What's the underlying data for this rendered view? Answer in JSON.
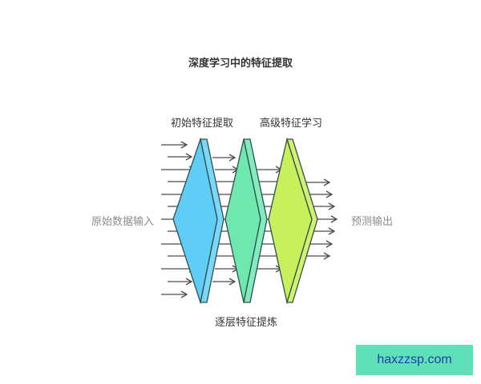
{
  "diagram": {
    "title": "深度学习中的特征提取",
    "labels": {
      "initial_feature_extraction": "初始特征提取",
      "advanced_feature_learning": "高级特征学习",
      "raw_data_input": "原始数据输入",
      "prediction_output": "预测输出",
      "layerwise_refinement": "逐层特征提炼"
    },
    "layers": [
      {
        "name": "layer-1",
        "color": "#5fcdf5",
        "edge_color": "#7ad7f7"
      },
      {
        "name": "layer-2",
        "color": "#6fe8b0",
        "edge_color": "#82ecbd"
      },
      {
        "name": "layer-3",
        "color": "#c8ef5c",
        "edge_color": "#d2f26f"
      }
    ],
    "arrow_color": "#4a4a4a",
    "input_arrow_count": 13,
    "output_arrow_count": 7
  },
  "watermark": {
    "text": "haxzzsp.com",
    "background": "#5fe0b8",
    "text_color": "#1f3fa8"
  }
}
